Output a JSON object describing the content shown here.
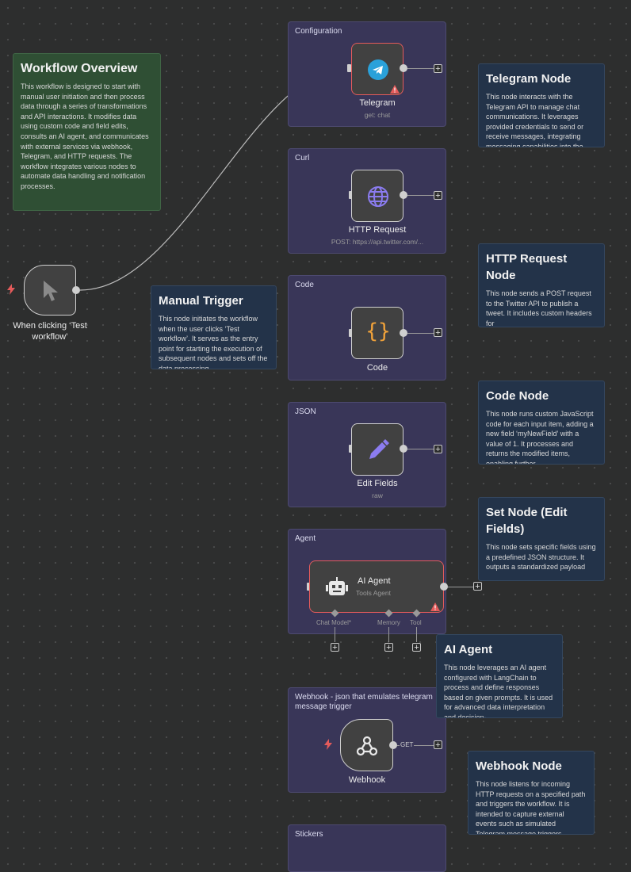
{
  "groups": {
    "configuration": "Configuration",
    "curl": "Curl",
    "code": "Code",
    "json": "JSON",
    "agent": "Agent",
    "webhook": "Webhook - json that emulates telegram message trigger",
    "stickers": "Stickers"
  },
  "nodes": {
    "manual_trigger": {
      "label": "When clicking ‘Test workflow’"
    },
    "telegram": {
      "label": "Telegram",
      "subtitle": "get: chat"
    },
    "http_request": {
      "label": "HTTP Request",
      "subtitle": "POST: https://api.twitter.com/..."
    },
    "code": {
      "label": "Code"
    },
    "edit_fields": {
      "label": "Edit Fields",
      "subtitle": "raw"
    },
    "ai_agent": {
      "label": "AI Agent",
      "subtitle": "Tools Agent",
      "sub_connectors": {
        "chat_model": "Chat Model*",
        "memory": "Memory",
        "tool": "Tool"
      }
    },
    "webhook": {
      "label": "Webhook",
      "method": "GET"
    }
  },
  "stickies": {
    "overview": {
      "title": "Workflow Overview",
      "body": "This workflow is designed to start with manual user initiation and then process data through a series of transformations and API interactions. It modifies data using custom code and field edits, consults an AI agent, and communicates with external services via webhook, Telegram, and HTTP requests. The workflow integrates various nodes to automate data handling and notification processes."
    },
    "manual": {
      "title": "Manual Trigger",
      "body": "This node initiates the workflow when the user clicks ‘Test workflow’. It serves as the entry point for starting the execution of subsequent nodes and sets off the data processing"
    },
    "telegram": {
      "title": "Telegram Node",
      "body": "This node interacts with the Telegram API to manage chat communications. It leverages provided credentials to send or receive messages, integrating messaging capabilities into the"
    },
    "http": {
      "title": "HTTP Request Node",
      "body": "This node sends a POST request to the Twitter API to publish a tweet. It includes custom headers for"
    },
    "code": {
      "title": "Code Node",
      "body": "This node runs custom JavaScript code for each input item, adding a new field ‘myNewField’ with a value of 1. It processes and returns the modified items, enabling further"
    },
    "set": {
      "title": "Set Node (Edit Fields)",
      "body": "This node sets specific fields using a predefined JSON structure. It outputs a standardized payload"
    },
    "agent": {
      "title": "AI Agent",
      "body": "This node leverages an AI agent configured with LangChain to process and define responses based on given prompts. It is used for advanced data interpretation and decision-"
    },
    "webhook": {
      "title": "Webhook Node",
      "body": "This node listens for incoming HTTP requests on a specified path and triggers the workflow. It is intended to capture external events such as simulated Telegram message triggers."
    }
  },
  "icons": {
    "plus": "+",
    "bolt": "ϟ"
  },
  "colors": {
    "canvas": "#2d2e2e",
    "group": "#393658",
    "sticky_blue": "#233349",
    "sticky_green": "#2f4f34",
    "error": "#e45b5b",
    "telegram": "#2aa1da",
    "code_braces": "#f0a23a",
    "accent_purple": "#8b7cf0"
  }
}
